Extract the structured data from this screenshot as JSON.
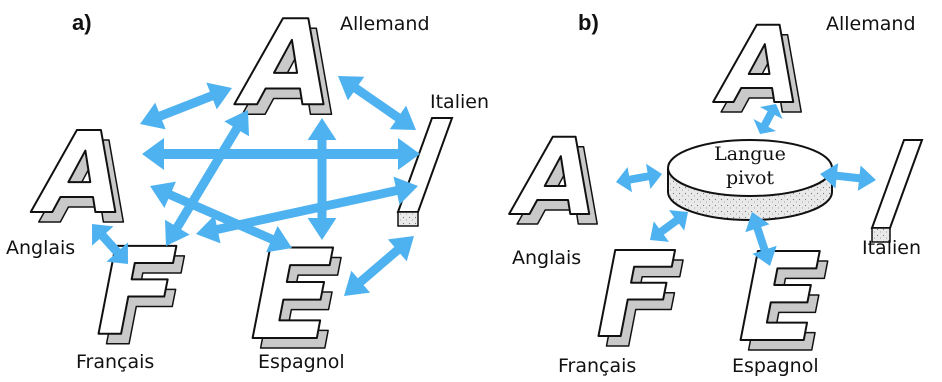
{
  "colors": {
    "arrow": "#4fb2f0",
    "outline": "#111111",
    "letter_fill": "#ffffff",
    "letter_side": "#c9c9c9"
  },
  "panel_a": {
    "label": "a)",
    "languages": {
      "allemand": {
        "name": "Allemand",
        "letter": "A"
      },
      "italien": {
        "name": "Italien",
        "letter": "I"
      },
      "anglais": {
        "name": "Anglais",
        "letter": "A"
      },
      "francais": {
        "name": "Français",
        "letter": "F"
      },
      "espagnol": {
        "name": "Espagnol",
        "letter": "E"
      }
    }
  },
  "panel_b": {
    "label": "b)",
    "pivot": {
      "line1": "Langue",
      "line2": "pivot"
    },
    "languages": {
      "allemand": {
        "name": "Allemand",
        "letter": "A"
      },
      "italien": {
        "name": "Italien",
        "letter": "I"
      },
      "anglais": {
        "name": "Anglais",
        "letter": "A"
      },
      "francais": {
        "name": "Français",
        "letter": "F"
      },
      "espagnol": {
        "name": "Espagnol",
        "letter": "E"
      }
    }
  }
}
